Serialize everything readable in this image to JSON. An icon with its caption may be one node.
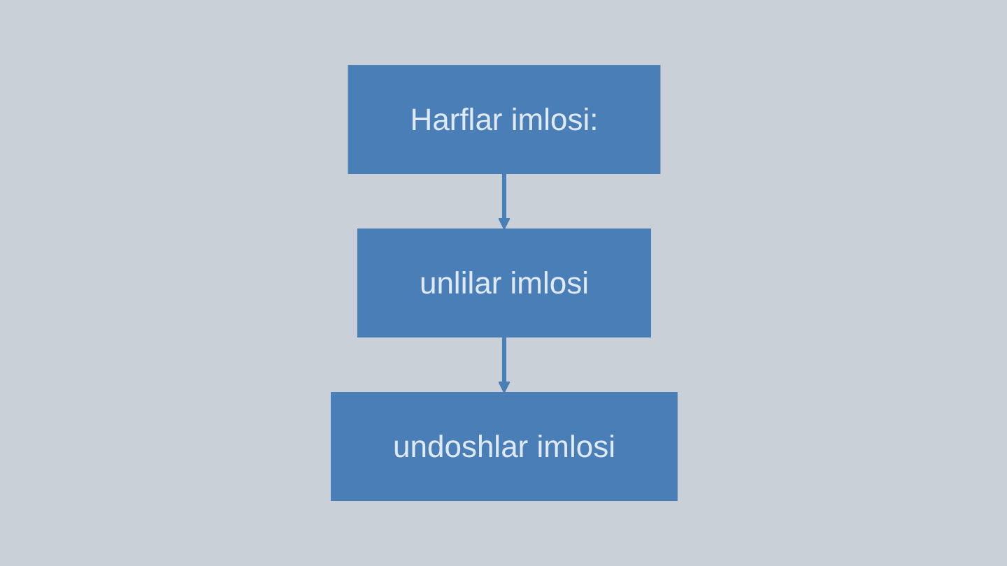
{
  "diagram": {
    "nodes": [
      {
        "text": [
          "Harflar imlosi:"
        ]
      },
      {
        "text": [
          "unlilar imlosi"
        ]
      },
      {
        "text": [
          "undoshlar imlosi"
        ]
      }
    ],
    "edges": [
      {
        "from": 0,
        "to": 1,
        "arrow": "to"
      },
      {
        "from": 1,
        "to": 2,
        "arrow": "to"
      }
    ]
  }
}
